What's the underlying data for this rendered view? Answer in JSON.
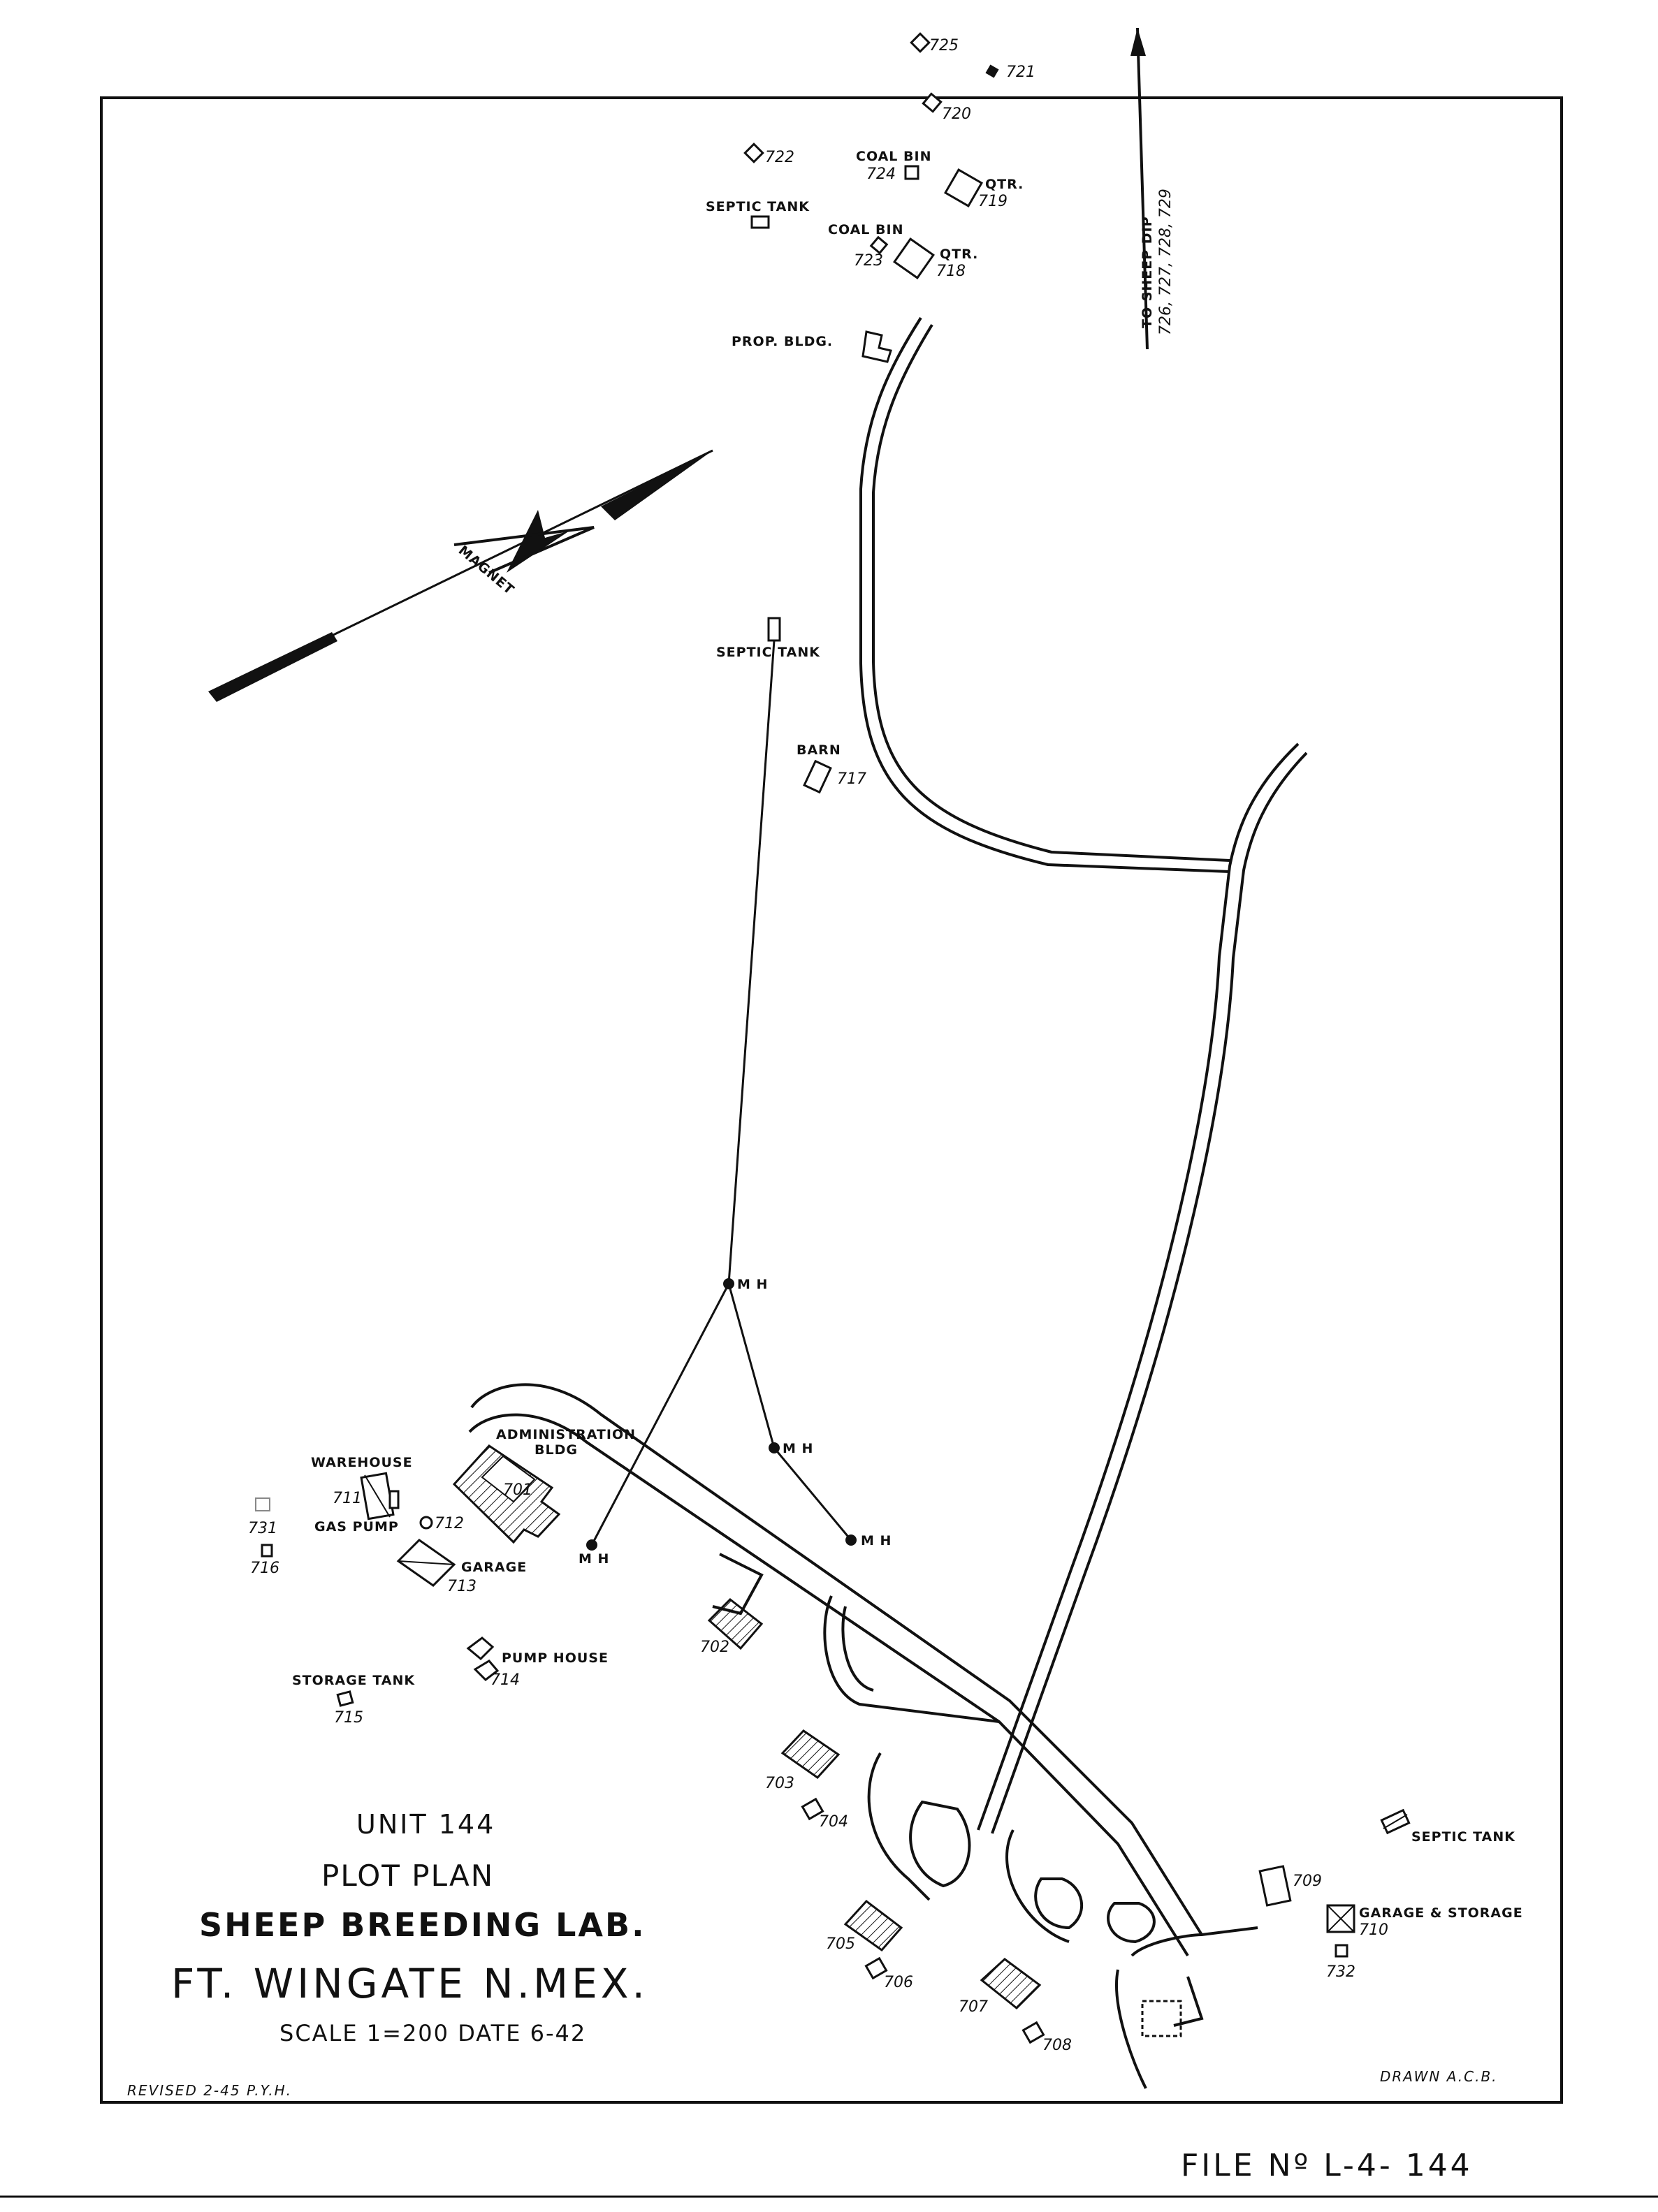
{
  "title": {
    "unit": "UNIT 144",
    "plan": "PLOT PLAN",
    "facility": "SHEEP BREEDING LAB.",
    "location": "FT. WINGATE N.MEX.",
    "scale_date": "SCALE 1=200  DATE 6-42"
  },
  "file_no": "FILE Nº L-4- 144",
  "revised": "REVISED  2-45  P.Y.H.",
  "drawn": "DRAWN A.C.B.",
  "north_arrow": {
    "label": "MAGNET"
  },
  "direction_note": {
    "line1": "TO SHEEP DIP",
    "line2": "726, 727, 728, 729"
  },
  "labels": {
    "septic_tank_top": "SEPTIC TANK",
    "coal_bin_724": "COAL BIN",
    "coal_bin_723": "COAL BIN",
    "qtr_719": "QTR.",
    "qtr_718": "QTR.",
    "prop_bldg": "PROP. BLDG.",
    "septic_tank_mid": "SEPTIC TANK",
    "barn": "BARN",
    "administration": "ADMINISTRATION",
    "bldg": "BLDG",
    "warehouse": "WAREHOUSE",
    "gas_pump": "GAS PUMP",
    "garage": "GARAGE",
    "pump_house": "PUMP HOUSE",
    "storage_tank": "STORAGE TANK",
    "septic_tank_right": "SEPTIC TANK",
    "garage_storage": "GARAGE & STORAGE",
    "mh1": "M H",
    "mh2": "M H",
    "mh3": "M H",
    "mh4": "M H"
  },
  "buildings": {
    "b725": "725",
    "b721": "721",
    "b720": "720",
    "b722": "722",
    "b724": "724",
    "b719": "719",
    "b723": "723",
    "b718": "718",
    "b717": "717",
    "b701": "701",
    "b711": "711",
    "b712": "712",
    "b713": "713",
    "b731": "731",
    "b716": "716",
    "b714": "714",
    "b715": "715",
    "b702": "702",
    "b703": "703",
    "b704": "704",
    "b705": "705",
    "b706": "706",
    "b707": "707",
    "b708": "708",
    "b709": "709",
    "b710": "710",
    "b732": "732"
  }
}
